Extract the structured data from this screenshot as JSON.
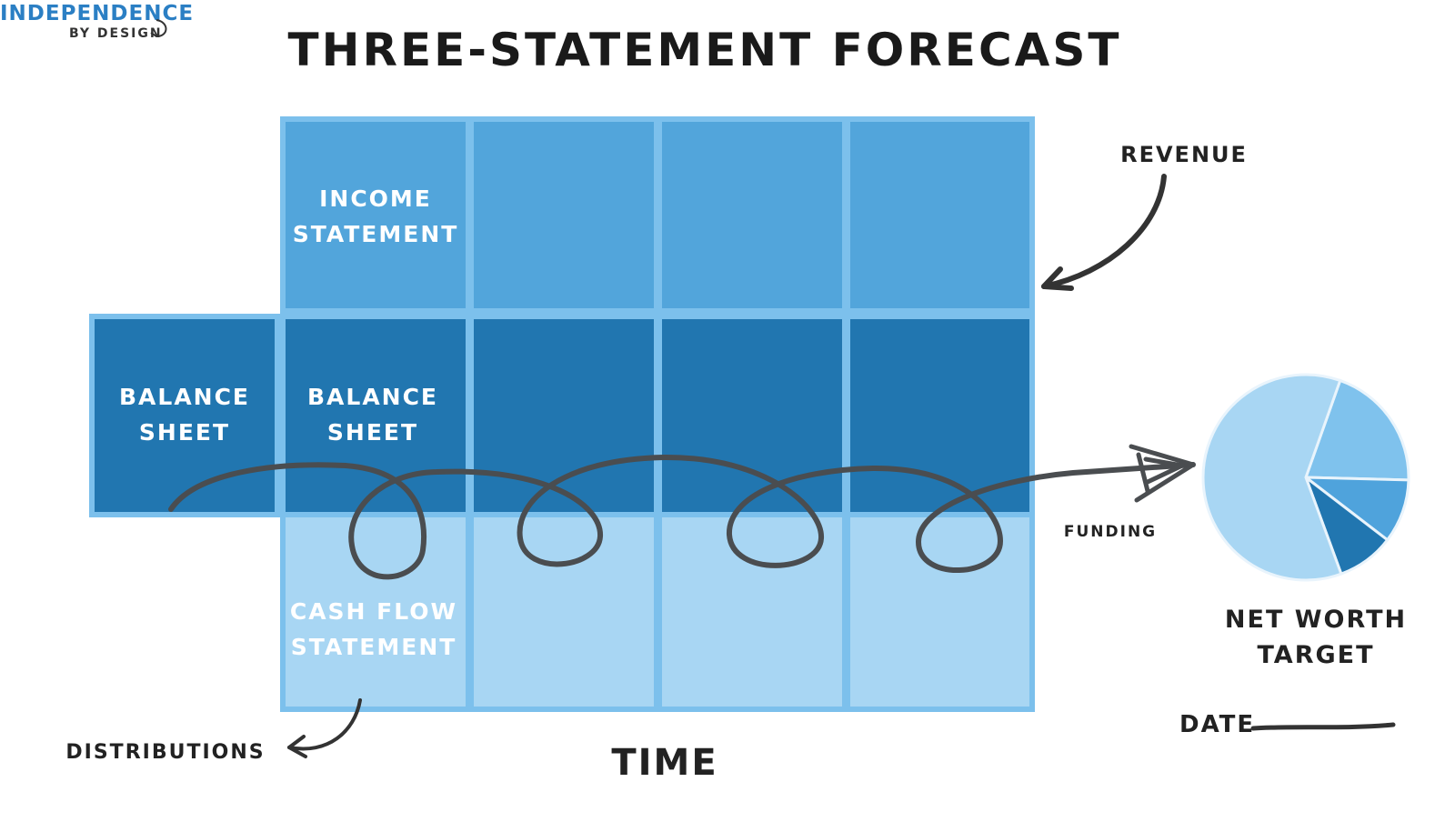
{
  "logo": {
    "line1": "INDEPENDENCE",
    "line2": "BY DESIGN"
  },
  "title": "THREE-STATEMENT FORECAST",
  "grid": {
    "income_row": {
      "label_line1": "INCOME",
      "label_line2": "STATEMENT",
      "color": "#52a5db"
    },
    "balance_row": {
      "cells": [
        {
          "line1": "BALANCE",
          "line2": "SHEET"
        },
        {
          "line1": "BALANCE",
          "line2": "SHEET"
        }
      ],
      "color": "#2176b0"
    },
    "cashflow_row": {
      "label_line1": "CASH FLOW",
      "label_line2": "STATEMENT",
      "color": "#a8d6f3"
    },
    "border_color": "#7cc0ec"
  },
  "annotations": {
    "revenue": "REVENUE",
    "funding": "FUNDING",
    "distributions": "DISTRIBUTIONS",
    "time": "TIME"
  },
  "pie": {
    "slices": [
      {
        "name": "largest",
        "share": 0.61,
        "color": "#a8d6f3"
      },
      {
        "name": "second",
        "share": 0.2,
        "color": "#7fc2ed"
      },
      {
        "name": "third",
        "share": 0.1,
        "color": "#4fa3dc"
      },
      {
        "name": "fourth",
        "share": 0.09,
        "color": "#2176b0"
      }
    ],
    "label_line1": "NET WORTH",
    "label_line2": "TARGET"
  },
  "date_label": "DATE",
  "ink_color": "#4a4d50"
}
